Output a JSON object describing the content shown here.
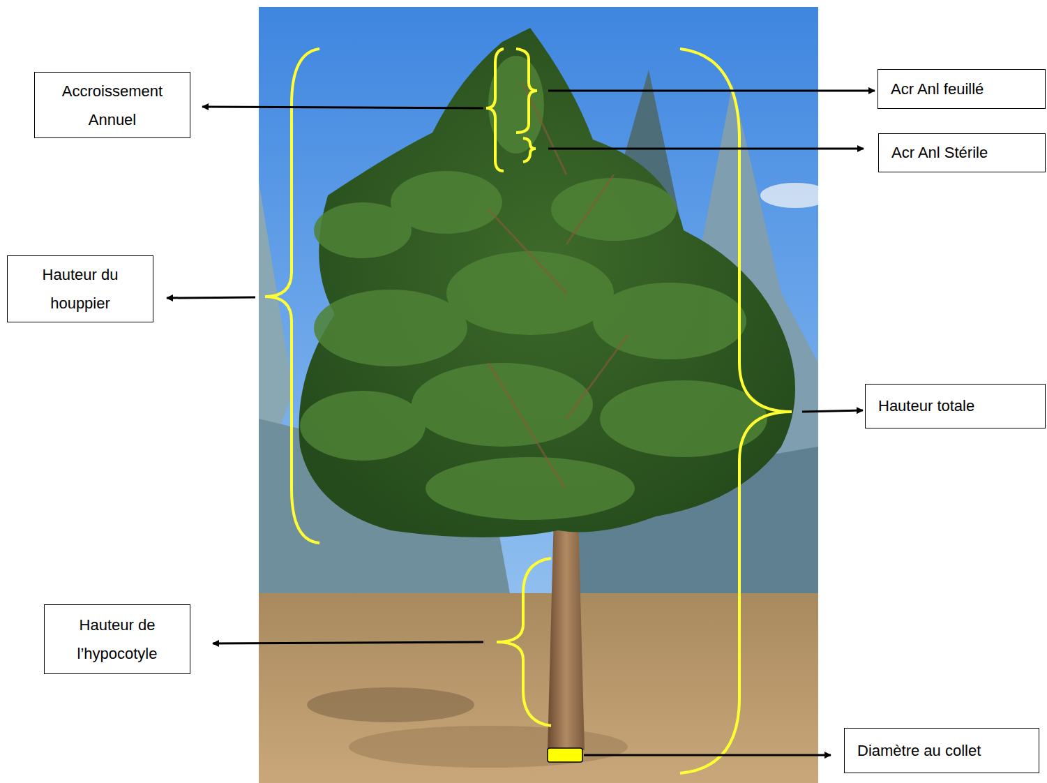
{
  "diagram": {
    "nodes": [
      {
        "text": [
          "Accroissement Annuel"
        ]
      },
      {
        "text": [
          "Acr Anl feuillé"
        ]
      },
      {
        "text": [
          "Acr Anl Stérile"
        ]
      },
      {
        "text": [
          "Hauteur du houppier"
        ]
      },
      {
        "text": [
          "Hauteur totale"
        ]
      },
      {
        "text": [
          "Hauteur de l’hypocotyle"
        ]
      },
      {
        "text": [
          "Diamètre au collet"
        ]
      }
    ]
  }
}
